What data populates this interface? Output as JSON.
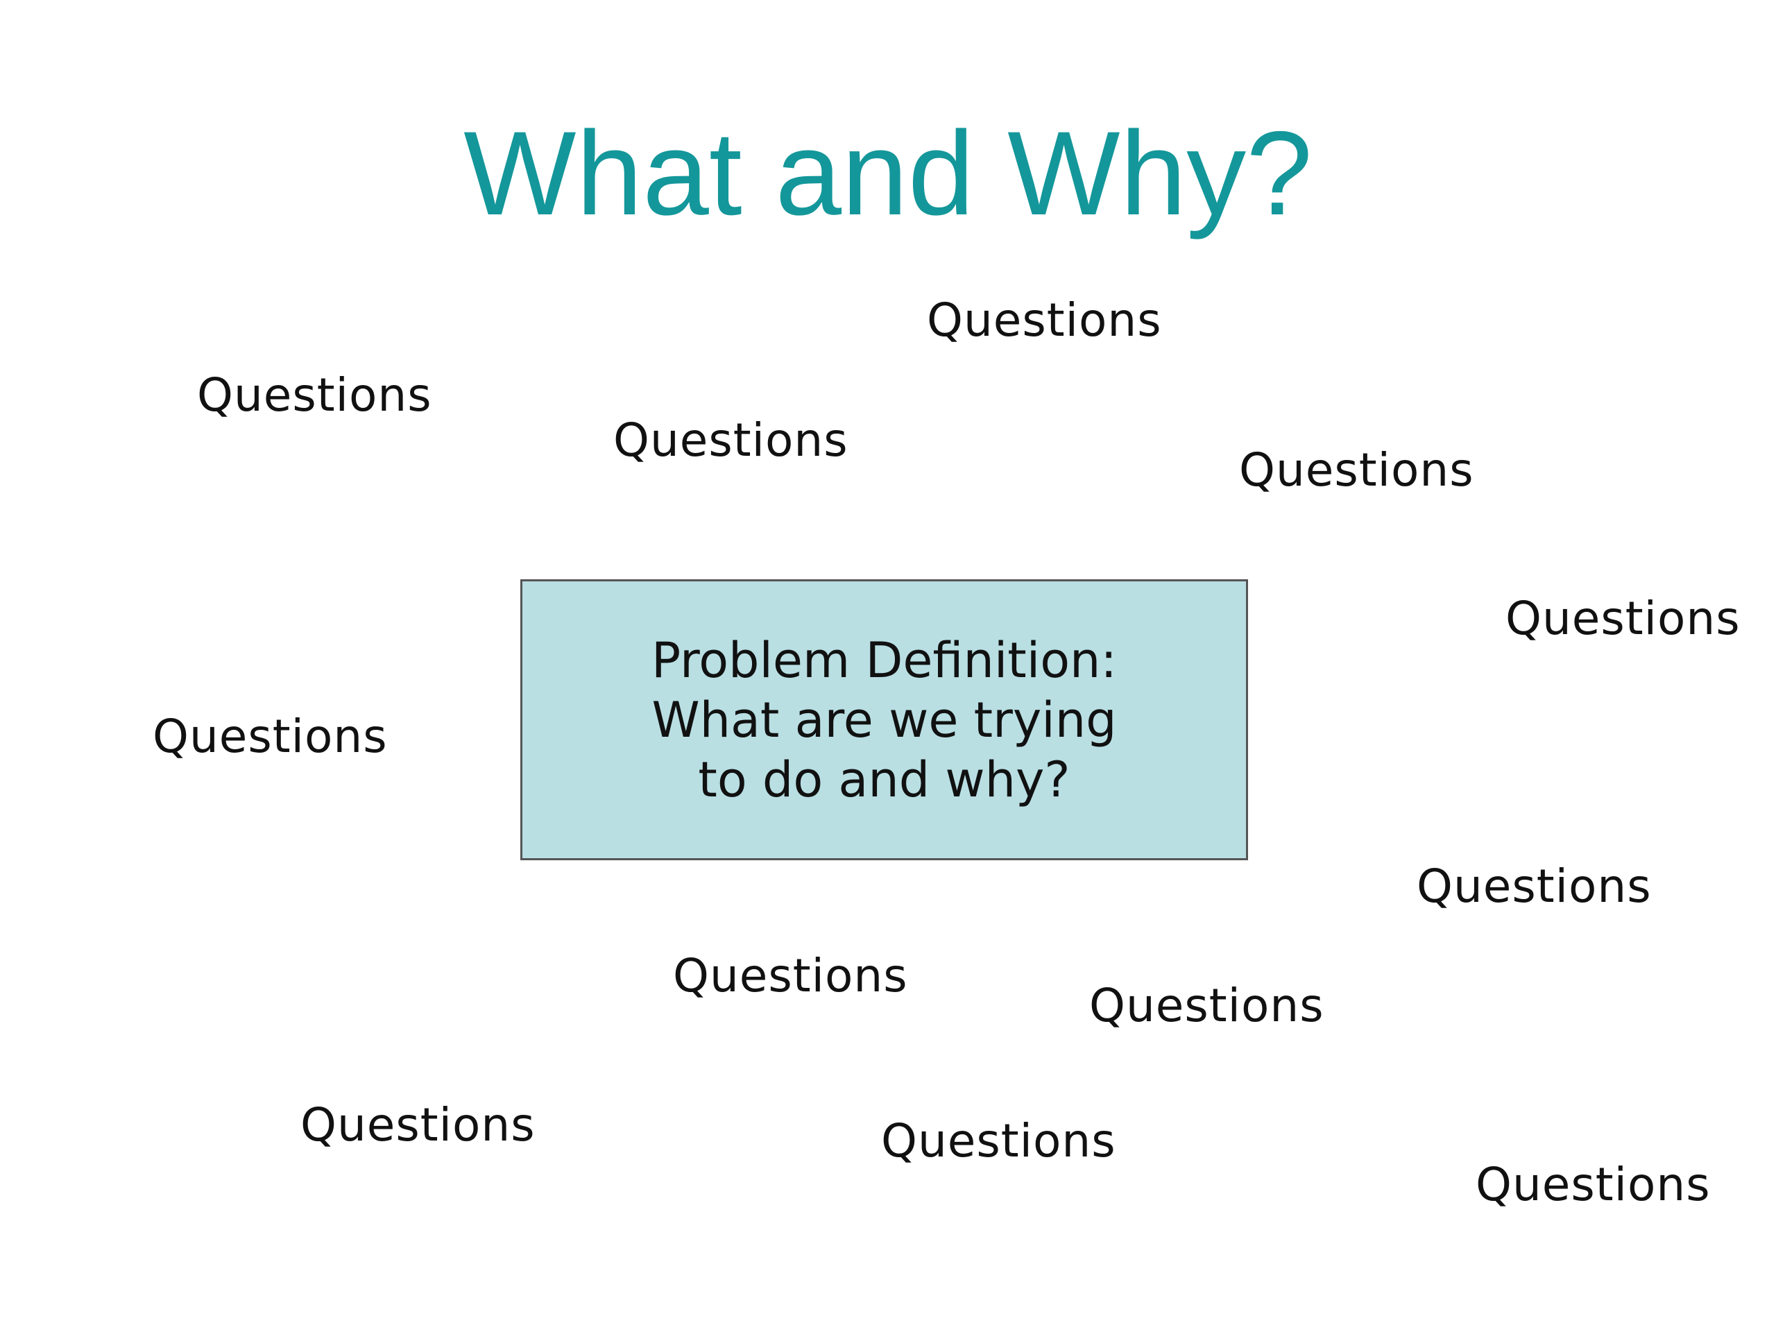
{
  "slide": {
    "title": "What and Why?",
    "problem_box": {
      "text": "Problem Definition:\nWhat are we trying\nto do and why?"
    },
    "questions": [
      "Questions",
      "Questions",
      "Questions",
      "Questions",
      "Questions",
      "Questions",
      "Questions",
      "Questions",
      "Questions",
      "Questions",
      "Questions",
      "Questions"
    ]
  },
  "colors": {
    "title": "#14979a",
    "box_fill": "#b9dfe3",
    "box_border": "#555555",
    "text": "#111111",
    "background": "#ffffff"
  }
}
